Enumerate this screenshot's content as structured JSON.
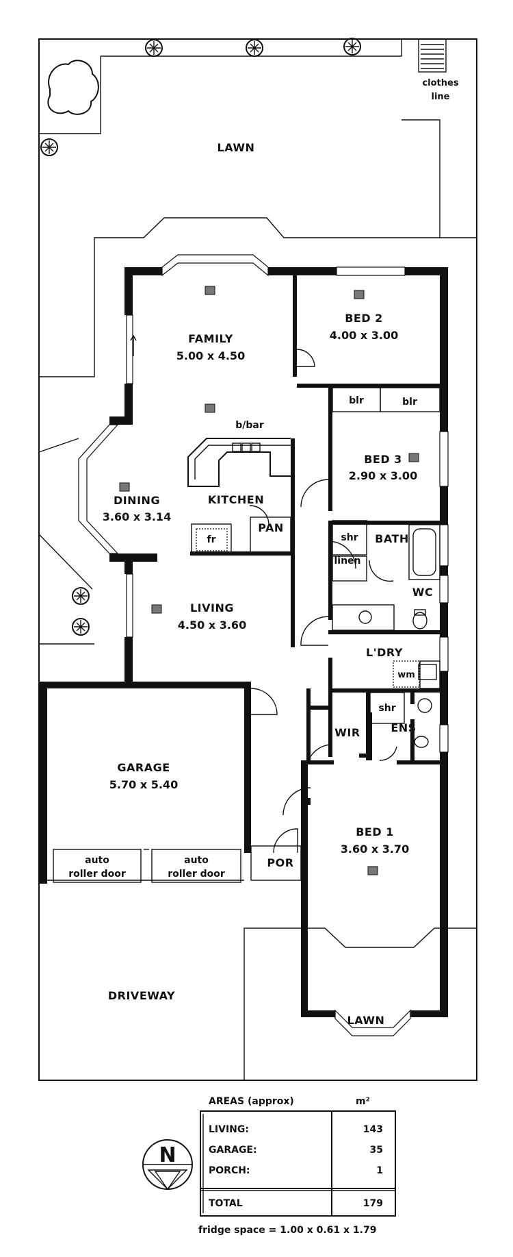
{
  "outdoor": {
    "lawn_top": "LAWN",
    "lawn_bottom": "LAWN",
    "driveway": "DRIVEWAY",
    "clothes_line_1": "clothes",
    "clothes_line_2": "line"
  },
  "rooms": {
    "family": {
      "name": "FAMILY",
      "dims": "5.00 x 4.50"
    },
    "bed2": {
      "name": "BED 2",
      "dims": "4.00 x 3.00"
    },
    "bed3": {
      "name": "BED 3",
      "dims": "2.90 x 3.00"
    },
    "dining": {
      "name": "DINING",
      "dims": "3.60 x 3.14"
    },
    "kitchen": {
      "name": "KITCHEN"
    },
    "living": {
      "name": "LIVING",
      "dims": "4.50 x 3.60"
    },
    "garage": {
      "name": "GARAGE",
      "dims": "5.70 x 5.40"
    },
    "bed1": {
      "name": "BED 1",
      "dims": "3.60 x 3.70"
    },
    "bath": "BATH",
    "wc": "WC",
    "laundry": "L'DRY",
    "ens": "ENS",
    "wir": "WIR",
    "por": "POR",
    "pan": "PAN",
    "linen": "linen",
    "shr_bath": "shr",
    "shr_ens": "shr",
    "blr1": "blr",
    "blr2": "blr",
    "fr": "fr",
    "bbar": "b/bar",
    "wm": "wm"
  },
  "garage_doors": {
    "door1_line1": "auto",
    "door1_line2": "roller door",
    "door2_line1": "auto",
    "door2_line2": "roller door"
  },
  "areas": {
    "heading": "AREAS (approx)",
    "unit": "m²",
    "rows": [
      {
        "label": "LIVING:",
        "value": "143"
      },
      {
        "label": "GARAGE:",
        "value": "35"
      },
      {
        "label": "PORCH:",
        "value": "1"
      }
    ],
    "total_label": "TOTAL",
    "total_value": "179",
    "fridge_note": "fridge space = 1.00 x 0.61 x 1.79"
  },
  "compass": {
    "letter": "N"
  }
}
